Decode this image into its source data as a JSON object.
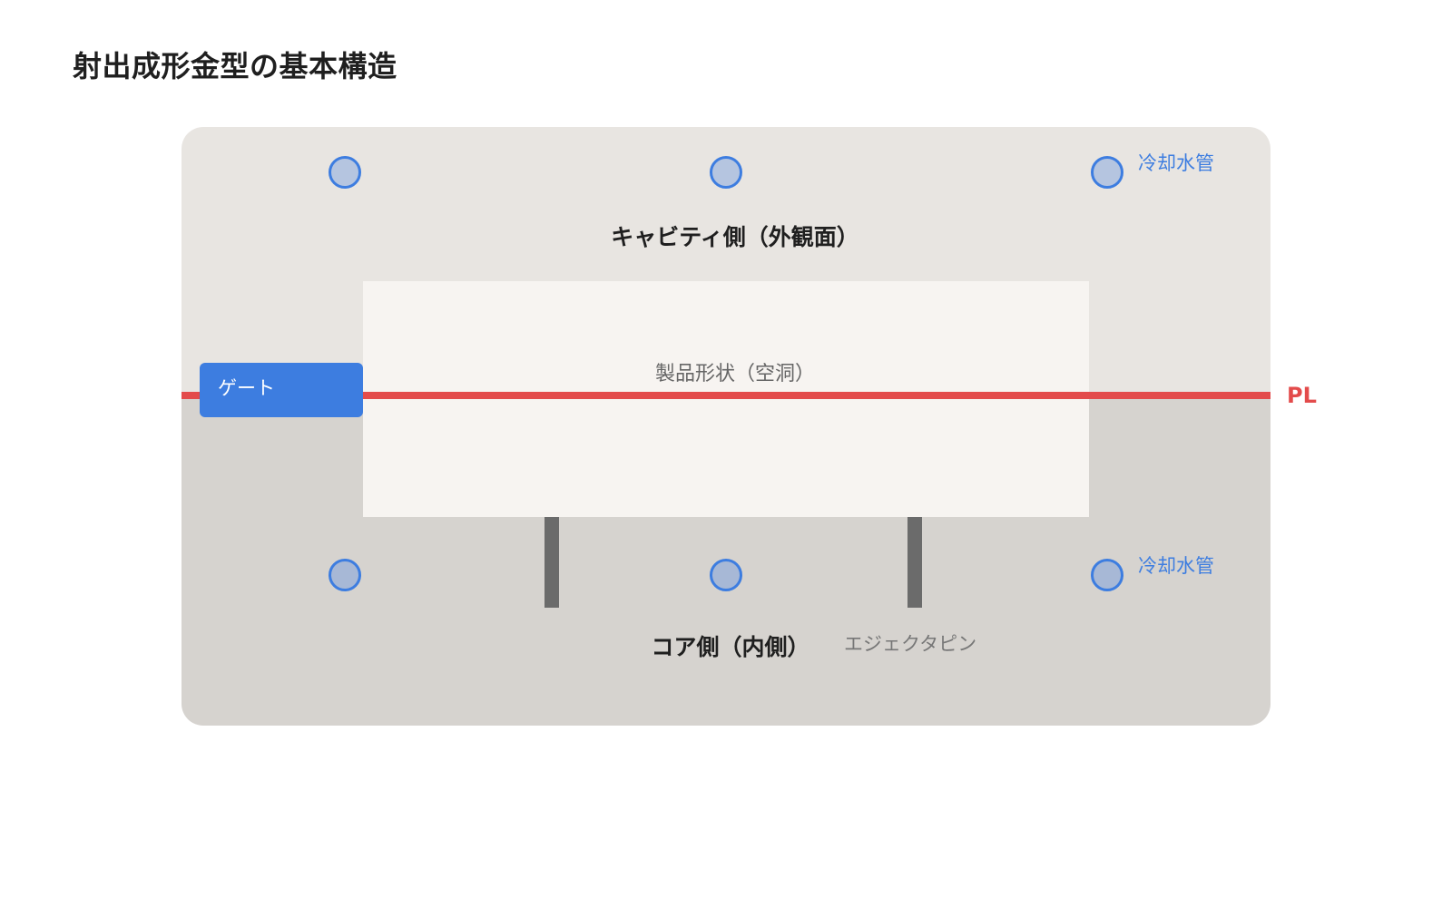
{
  "title": "射出成形金型の基本構造",
  "cavity": {
    "label": "キャビティ側（外観面）",
    "cooling_label": "冷却水管"
  },
  "core": {
    "label": "コア側（内側）",
    "cooling_label": "冷却水管"
  },
  "product": {
    "label": "製品形状（空洞）"
  },
  "parting_line": {
    "label": "PL"
  },
  "gate": {
    "label": "ゲート"
  },
  "ejector": {
    "label": "エジェクタピン"
  },
  "colors": {
    "cavity_fill": "#e8e5e1",
    "core_fill": "#d6d3cf",
    "product_fill": "#f7f4f1",
    "parting_line": "#e34b4b",
    "gate": "#3d7de0",
    "cooling_channel": "#3d7de0",
    "ejector_pin": "#6b6b6b"
  }
}
